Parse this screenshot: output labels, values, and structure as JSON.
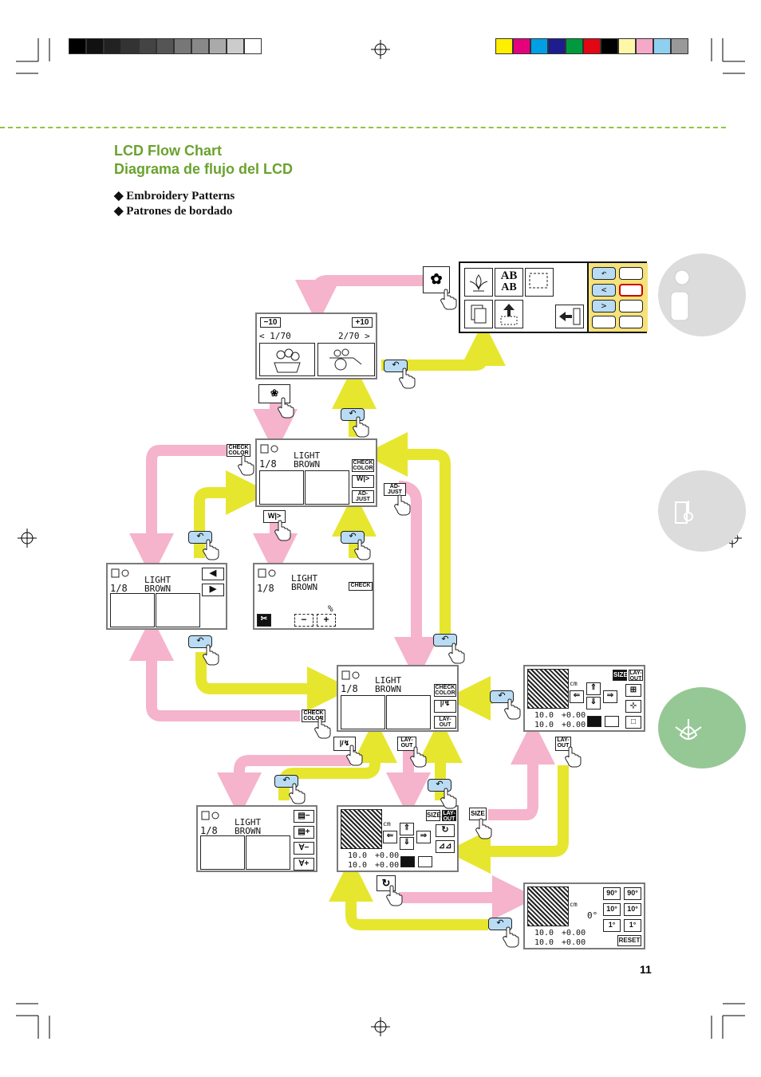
{
  "header": {
    "title_en": "LCD Flow Chart",
    "title_es": "Diagrama de flujo del LCD",
    "section_en": "◆ Embroidery Patterns",
    "section_es": "◆ Patrones de bordado"
  },
  "page_number": "11",
  "colors": {
    "pink_arrow": "#f5b3cc",
    "yellow_arrow": "#e6e62e",
    "green_title": "#6aa22e",
    "tab_gray": "#dcdcdc",
    "tab_green": "#96c896",
    "back_button": "#b9dcf4"
  },
  "main_menu": {
    "ab_label": "AB",
    "ab_label2": "AB"
  },
  "pattern_select": {
    "minus10": "−10",
    "plus10": "+10",
    "page_left": "< 1/70",
    "page_right": "2/70 >"
  },
  "color_screen": {
    "line1": "LIGHT",
    "line2": "BROWN",
    "count": "1/8"
  },
  "buttons": {
    "check": "CHECK",
    "color": "COLOR",
    "adjust1": "AD-",
    "adjust2": "JUST",
    "size": "SIZE",
    "layout1": "LAY-",
    "layout2": "OUT",
    "reset": "RESET"
  },
  "adjust_screen": {
    "percent": "%",
    "minus": "−",
    "plus": "+"
  },
  "layout_screen": {
    "unit": "cm",
    "height_value": "10.0",
    "width_value": "10.0",
    "v_offset": "+0.00",
    "h_offset": "+0.00"
  },
  "rotate_screen": {
    "angle": "0°",
    "r90l": "90°",
    "r90r": "90°",
    "r10l": "10°",
    "r10r": "10°",
    "r1l": "1°",
    "r1r": "1°"
  }
}
